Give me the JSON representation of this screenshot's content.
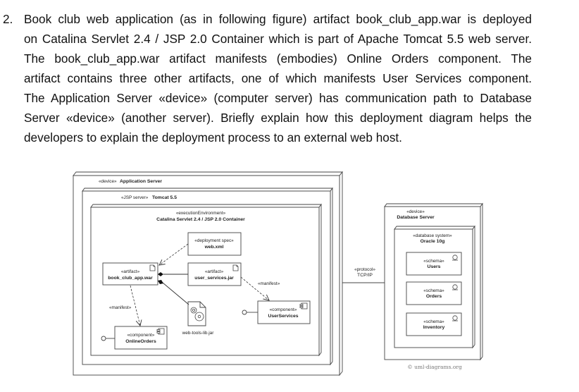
{
  "question": {
    "number": "2.",
    "lines": [
      "Book club web application (as in following figure) artifact book_club_app.war is deployed",
      "on Catalina Servlet 2.4 / JSP 2.0 Container which is part of Apache Tomcat 5.5 web server.",
      "The book_club_app.war artifact manifests (embodies) Online Orders component. The",
      "artifact contains three other artifacts, one of which manifests User Services component.",
      "The Application Server «device» (computer server) has communication path to Database",
      "Server «device» (another server). Briefly explain how this deployment diagram helps the",
      "developers to explain the deployment process to an external web host."
    ]
  },
  "diagram": {
    "app_server": {
      "stereotype": "«device»",
      "name": "Application Server"
    },
    "tomcat": {
      "stereotype": "«JSP server»",
      "name": "Tomcat 5.5"
    },
    "container": {
      "stereotype": "«executionEnvironment»",
      "name": "Catalina Servlet 2.4 / JSP 2.0 Container"
    },
    "web_xml": {
      "stereotype": "«deployment spec»",
      "name": "web.xml"
    },
    "book_club_war": {
      "stereotype": "«artifact»",
      "name": "book_club_app.war"
    },
    "user_services_jar": {
      "stereotype": "«artifact»",
      "name": "user_services.jar"
    },
    "web_tools_lib": {
      "name": "web-tools-lib.jar"
    },
    "online_orders": {
      "stereotype": "«component»",
      "name": "OnlineOrders"
    },
    "user_services": {
      "stereotype": "«component»",
      "name": "UserServices"
    },
    "manifest_label_1": "«manifest»",
    "manifest_label_2": "«manifest»",
    "protocol": {
      "stereotype": "«protocol»",
      "name": "TCP/IP"
    },
    "db_server": {
      "stereotype": "«device»",
      "name": "Database Server"
    },
    "db_system": {
      "stereotype": "«database system»",
      "name": "Oracle 10g"
    },
    "schemas": [
      {
        "stereotype": "«schema»",
        "name": "Users"
      },
      {
        "stereotype": "«schema»",
        "name": "Orders"
      },
      {
        "stereotype": "«schema»",
        "name": "Inventory"
      }
    ],
    "watermark": "© uml-diagrams.org"
  }
}
